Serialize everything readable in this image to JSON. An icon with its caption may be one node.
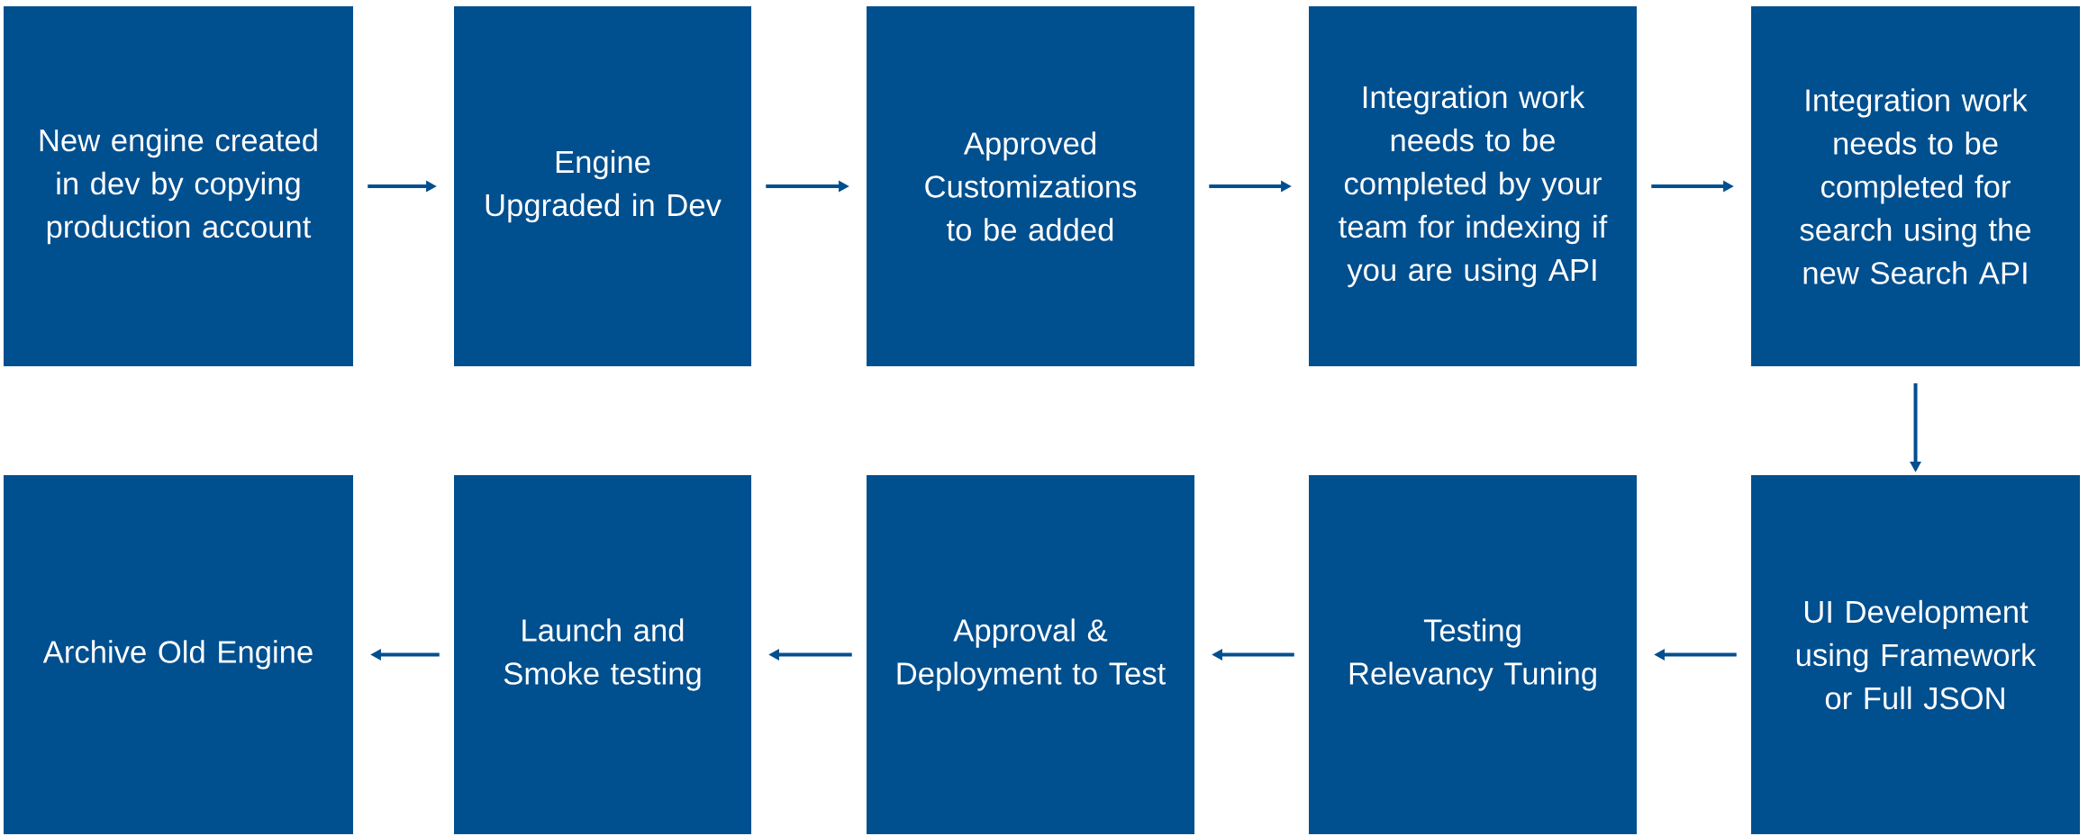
{
  "diagram": {
    "nodes": [
      {
        "text": [
          "New engine created in dev by copying production account"
        ]
      },
      {
        "text": [
          "Engine Upgraded in Dev"
        ]
      },
      {
        "text": [
          "Approved Customizations to be added"
        ]
      },
      {
        "text": [
          "Integration work needs to be completed by your team for indexing if you are using API"
        ]
      },
      {
        "text": [
          "Integration work needs to be completed for search using the new Search API"
        ]
      },
      {
        "text": [
          "Archive Old Engine"
        ]
      },
      {
        "text": [
          "Launch and Smoke testing"
        ]
      },
      {
        "text": [
          "Approval & Deployment to Test"
        ]
      },
      {
        "text": [
          "Testing Relevancy Tuning"
        ]
      },
      {
        "text": [
          "UI Development using Framework or Full JSON"
        ]
      }
    ],
    "edges": [
      {
        "from": 0,
        "to": 1,
        "arrow": "to"
      },
      {
        "from": 1,
        "to": 2,
        "arrow": "to"
      },
      {
        "from": 2,
        "to": 3,
        "arrow": "to"
      },
      {
        "from": 3,
        "to": 4,
        "arrow": "to"
      },
      {
        "from": 4,
        "to": 9,
        "arrow": "to"
      },
      {
        "from": 9,
        "to": 8,
        "arrow": "to"
      },
      {
        "from": 8,
        "to": 7,
        "arrow": "to"
      },
      {
        "from": 7,
        "to": 6,
        "arrow": "to"
      },
      {
        "from": 6,
        "to": 5,
        "arrow": "to"
      }
    ]
  }
}
